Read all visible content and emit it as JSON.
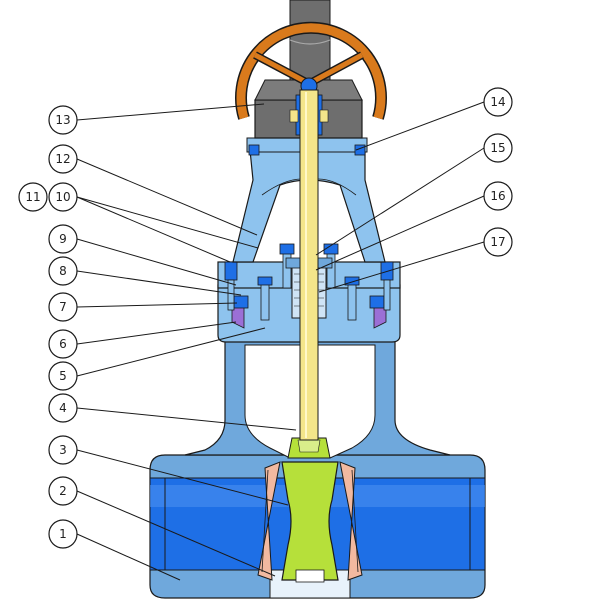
{
  "diagram": {
    "callouts": [
      {
        "id": "1",
        "label": "1"
      },
      {
        "id": "2",
        "label": "2"
      },
      {
        "id": "3",
        "label": "3"
      },
      {
        "id": "4",
        "label": "4"
      },
      {
        "id": "5",
        "label": "5"
      },
      {
        "id": "6",
        "label": "6"
      },
      {
        "id": "7",
        "label": "7"
      },
      {
        "id": "8",
        "label": "8"
      },
      {
        "id": "9",
        "label": "9"
      },
      {
        "id": "10",
        "label": "10"
      },
      {
        "id": "11",
        "label": "11"
      },
      {
        "id": "12",
        "label": "12"
      },
      {
        "id": "13",
        "label": "13"
      },
      {
        "id": "14",
        "label": "14"
      },
      {
        "id": "15",
        "label": "15"
      },
      {
        "id": "16",
        "label": "16"
      },
      {
        "id": "17",
        "label": "17"
      }
    ],
    "colors": {
      "body": "#6FA8DC",
      "body_dark": "#3E7FC1",
      "bore": "#1E6FE6",
      "bonnet": "#8EC3EE",
      "stem": "#F4E58A",
      "wedge": "#B6E03A",
      "seat_ring": "#F2B9A0",
      "handwheel": "#D97A1C",
      "yoke_nut": "#6E6E6E",
      "gasket": "#9B6FD6",
      "outline": "#1a1a1a"
    }
  }
}
